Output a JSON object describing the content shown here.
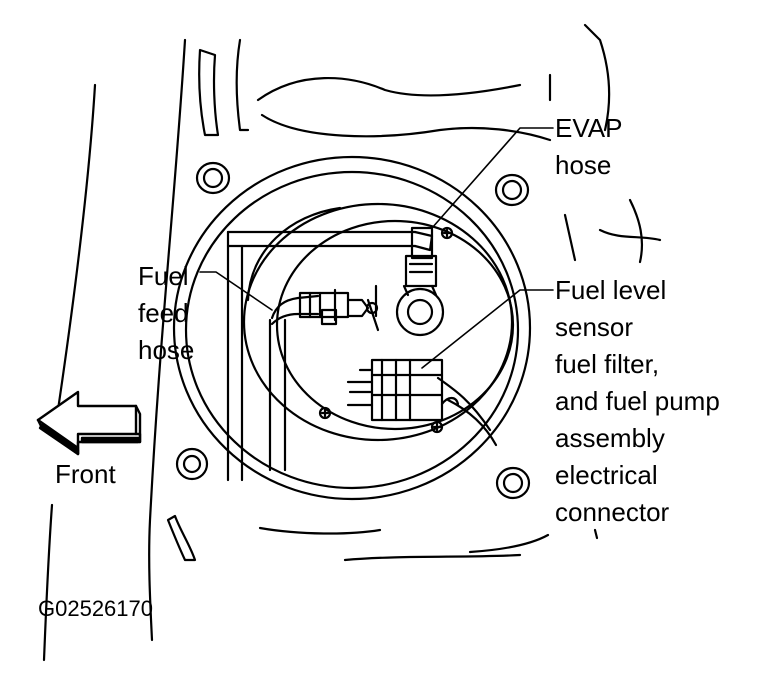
{
  "labels": {
    "evap_hose": [
      "EVAP",
      "hose"
    ],
    "fuel_feed_hose": [
      "Fuel",
      "feed",
      "hose"
    ],
    "fuel_level_sensor": [
      "Fuel level",
      "sensor",
      "fuel filter,",
      "and fuel pump",
      "assembly",
      "electrical",
      "connector"
    ],
    "front": "Front",
    "figure_code": "G02526170"
  },
  "colors": {
    "ink": "#000000",
    "paper": "#ffffff"
  },
  "icons": {
    "direction_arrow": "left-arrow-icon"
  }
}
